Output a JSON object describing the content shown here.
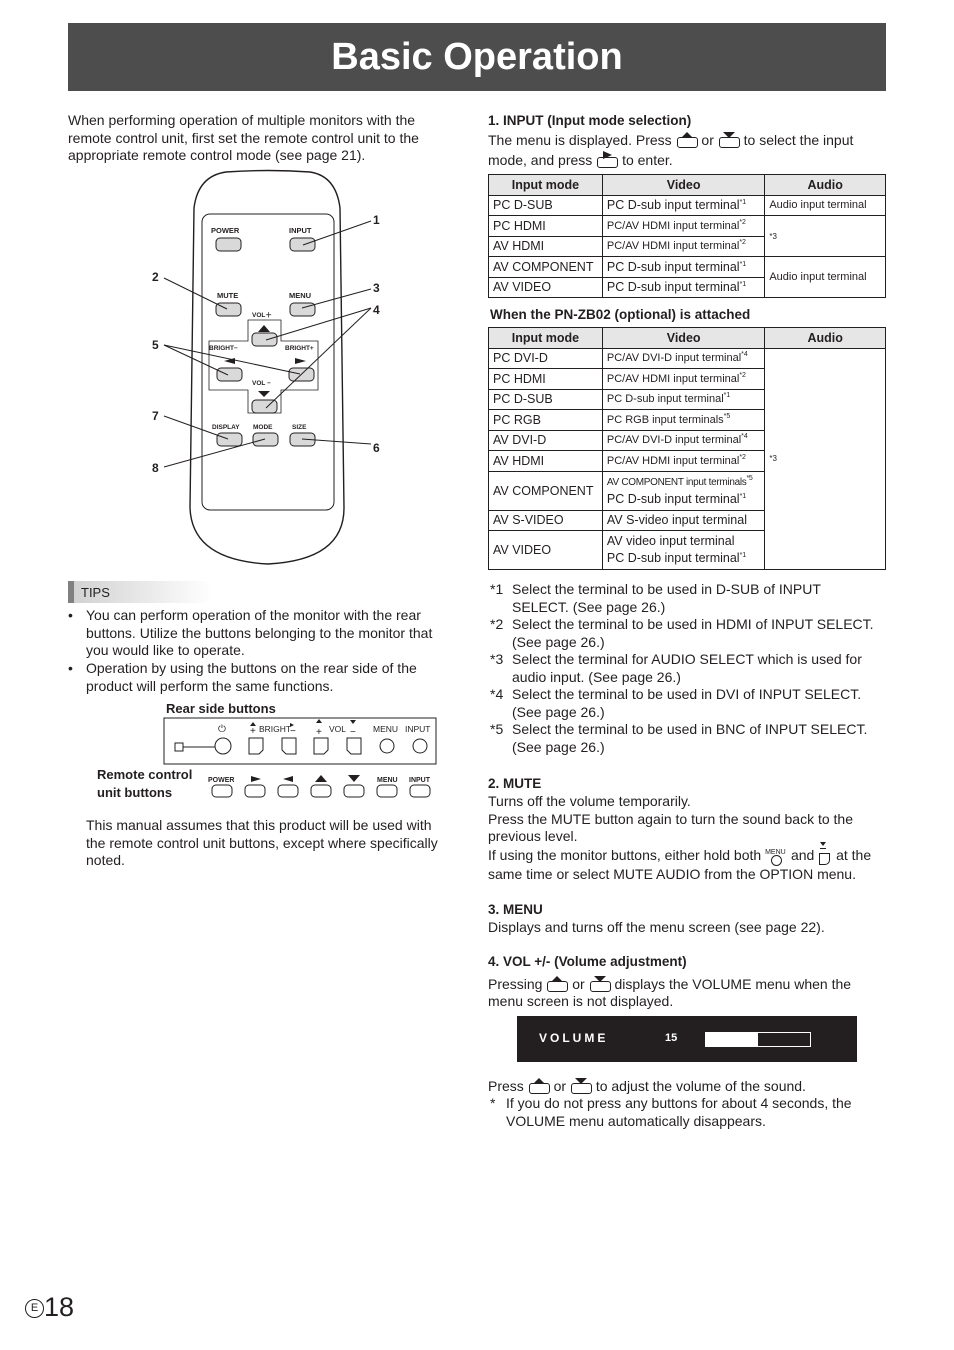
{
  "title": "Basic Operation",
  "intro": "When performing operation of multiple monitors with the remote control unit, first set the remote control unit to the appropriate remote control mode (see page 21).",
  "remote": {
    "labels": {
      "power": "POWER",
      "input": "INPUT",
      "mute": "MUTE",
      "menu": "MENU",
      "vol_plus": "VOL＋",
      "vol_minus": "VOL −",
      "bright_minus": "BRIGHT−",
      "bright_plus": "BRIGHT+",
      "display": "DISPLAY",
      "mode": "MODE",
      "size": "SIZE"
    },
    "callouts": [
      "1",
      "2",
      "3",
      "4",
      "5",
      "6",
      "7",
      "8"
    ]
  },
  "tips": {
    "label": "TIPS",
    "bullets": [
      [
        "You can perform operation of the monitor with the rear",
        "buttons. Utilize the buttons belonging to the monitor that",
        "you would like to operate."
      ],
      [
        "Operation by using the buttons on the rear side of the",
        "product will perform the same functions."
      ]
    ],
    "rear_title": "Rear side buttons",
    "rear_labels": {
      "bright": "BRIGHT",
      "vol": "VOL",
      "menu": "MENU",
      "input": "INPUT"
    },
    "remote_title": [
      "Remote control",
      "unit buttons"
    ],
    "remote_labels": {
      "power": "POWER",
      "menu": "MENU",
      "input": "INPUT"
    },
    "assumption": [
      "This manual assumes that this product will be used with",
      "the remote control unit buttons, except where specifically",
      "noted."
    ]
  },
  "section1": {
    "heading": "1. INPUT (Input mode selection)",
    "line1_a": "The menu is displayed. Press",
    "line1_b": "or",
    "line1_c": "to select the input",
    "line2_a": "mode, and press",
    "line2_b": "to enter.",
    "table_headers": [
      "Input mode",
      "Video",
      "Audio"
    ],
    "table1": [
      {
        "mode": "PC D-SUB",
        "video": "PC D-sub input terminal",
        "vsup": "*1",
        "audio": "Audio input terminal"
      },
      {
        "mode": "PC HDMI",
        "video": "PC/AV HDMI input terminal",
        "vsup": "*2",
        "audio": "*3"
      },
      {
        "mode": "AV HDMI",
        "video": "PC/AV HDMI input terminal",
        "vsup": "*2"
      },
      {
        "mode": "AV COMPONENT",
        "video": "PC D-sub input terminal",
        "vsup": "*1",
        "audio": "Audio input terminal"
      },
      {
        "mode": "AV VIDEO",
        "video": "PC D-sub input terminal",
        "vsup": "*1"
      }
    ],
    "zb02_heading": "When the PN-ZB02 (optional) is attached",
    "table2": [
      {
        "mode": "PC DVI-D",
        "video": "PC/AV DVI-D input terminal",
        "vsup": "*4"
      },
      {
        "mode": "PC HDMI",
        "video": "PC/AV HDMI input terminal",
        "vsup": "*2"
      },
      {
        "mode": "PC D-SUB",
        "video": "PC D-sub input terminal",
        "vsup": "*1"
      },
      {
        "mode": "PC RGB",
        "video": "PC RGB input terminals",
        "vsup": "*5"
      },
      {
        "mode": "AV DVI-D",
        "video": "PC/AV DVI-D input terminal",
        "vsup": "*4"
      },
      {
        "mode": "AV HDMI",
        "video": "PC/AV HDMI input terminal",
        "vsup": "*2"
      },
      {
        "mode": "AV COMPONENT",
        "video": "AV COMPONENT input terminals",
        "vsup": "*5",
        "video2": "PC D-sub input terminal",
        "vsup2": "*1"
      },
      {
        "mode": "AV S-VIDEO",
        "video": "AV S-video input terminal"
      },
      {
        "mode": "AV VIDEO",
        "video": "AV video input terminal",
        "video2": "PC D-sub input terminal",
        "vsup2": "*1"
      }
    ],
    "table2_audio": "*3",
    "footnotes": [
      {
        "k": "*1",
        "lines": [
          "Select the terminal to be used in D-SUB of INPUT",
          "SELECT. (See page 26.)"
        ]
      },
      {
        "k": "*2",
        "lines": [
          "Select the terminal to be used in HDMI of INPUT SELECT.",
          "(See page 26.)"
        ]
      },
      {
        "k": "*3",
        "lines": [
          "Select the terminal for AUDIO SELECT which is used for",
          "audio input. (See page 26.)"
        ]
      },
      {
        "k": "*4",
        "lines": [
          "Select the terminal to be used in DVI of INPUT SELECT.",
          "(See page 26.)"
        ]
      },
      {
        "k": "*5",
        "lines": [
          "Select the terminal to be used in BNC of INPUT SELECT.",
          "(See page 26.)"
        ]
      }
    ]
  },
  "section2": {
    "heading": "2. MUTE",
    "lines": [
      "Turns off the volume temporarily.",
      "Press the MUTE button again to turn the sound back to the",
      "previous level."
    ],
    "line4_a": "If using the monitor buttons, either hold both",
    "line4_menu": "MENU",
    "line4_b": "and",
    "line4_c": "at the",
    "line5": "same time or select MUTE AUDIO from the OPTION menu."
  },
  "section3": {
    "heading": "3. MENU",
    "line": "Displays and turns off the menu screen (see page 22)."
  },
  "section4": {
    "heading": "4. VOL +/- (Volume adjustment)",
    "line1_a": "Pressing",
    "line1_b": "or",
    "line1_c": "displays the VOLUME menu when the",
    "line2": "menu screen is not displayed.",
    "volume_label": "VOLUME",
    "volume_value": "15",
    "volume_level": 0.5,
    "line3_a": "Press",
    "line3_b": "or",
    "line3_c": "to adjust the volume of the sound.",
    "note_star": "*",
    "note_lines": [
      "If you do not press any buttons for about 4 seconds, the",
      "VOLUME menu automatically disappears."
    ]
  },
  "page": {
    "letter": "E",
    "number": "18"
  }
}
